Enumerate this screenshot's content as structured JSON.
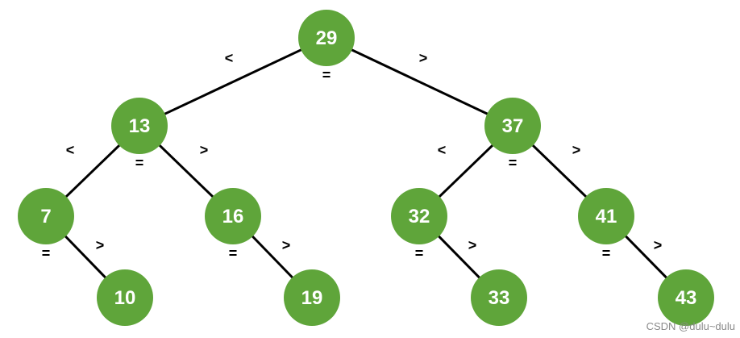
{
  "diagram": {
    "nodes": [
      {
        "id": "n29",
        "label": "29"
      },
      {
        "id": "n13",
        "label": "13"
      },
      {
        "id": "n37",
        "label": "37"
      },
      {
        "id": "n7",
        "label": "7"
      },
      {
        "id": "n16",
        "label": "16"
      },
      {
        "id": "n32",
        "label": "32"
      },
      {
        "id": "n41",
        "label": "41"
      },
      {
        "id": "n10",
        "label": "10"
      },
      {
        "id": "n19",
        "label": "19"
      },
      {
        "id": "n33",
        "label": "33"
      },
      {
        "id": "n43",
        "label": "43"
      }
    ],
    "edges": [
      {
        "from": "n29",
        "to": "n13",
        "label": "<"
      },
      {
        "from": "n29",
        "to": "n37",
        "label": ">"
      },
      {
        "from": "n13",
        "to": "n7",
        "label": "<"
      },
      {
        "from": "n13",
        "to": "n16",
        "label": ">"
      },
      {
        "from": "n37",
        "to": "n32",
        "label": "<"
      },
      {
        "from": "n37",
        "to": "n41",
        "label": ">"
      },
      {
        "from": "n7",
        "to": "n10",
        "label": ">"
      },
      {
        "from": "n16",
        "to": "n19",
        "label": ">"
      },
      {
        "from": "n32",
        "to": "n33",
        "label": ">"
      },
      {
        "from": "n41",
        "to": "n43",
        "label": ">"
      }
    ],
    "equal_marks": [
      {
        "node": "n29",
        "label": "="
      },
      {
        "node": "n13",
        "label": "="
      },
      {
        "node": "n37",
        "label": "="
      },
      {
        "node": "n7",
        "label": "="
      },
      {
        "node": "n16",
        "label": "="
      },
      {
        "node": "n32",
        "label": "="
      },
      {
        "node": "n41",
        "label": "="
      }
    ]
  },
  "colors": {
    "node_fill": "#5fa53a",
    "node_text": "#ffffff",
    "edge": "#000000"
  },
  "watermark": "CSDN @dulu~dulu"
}
